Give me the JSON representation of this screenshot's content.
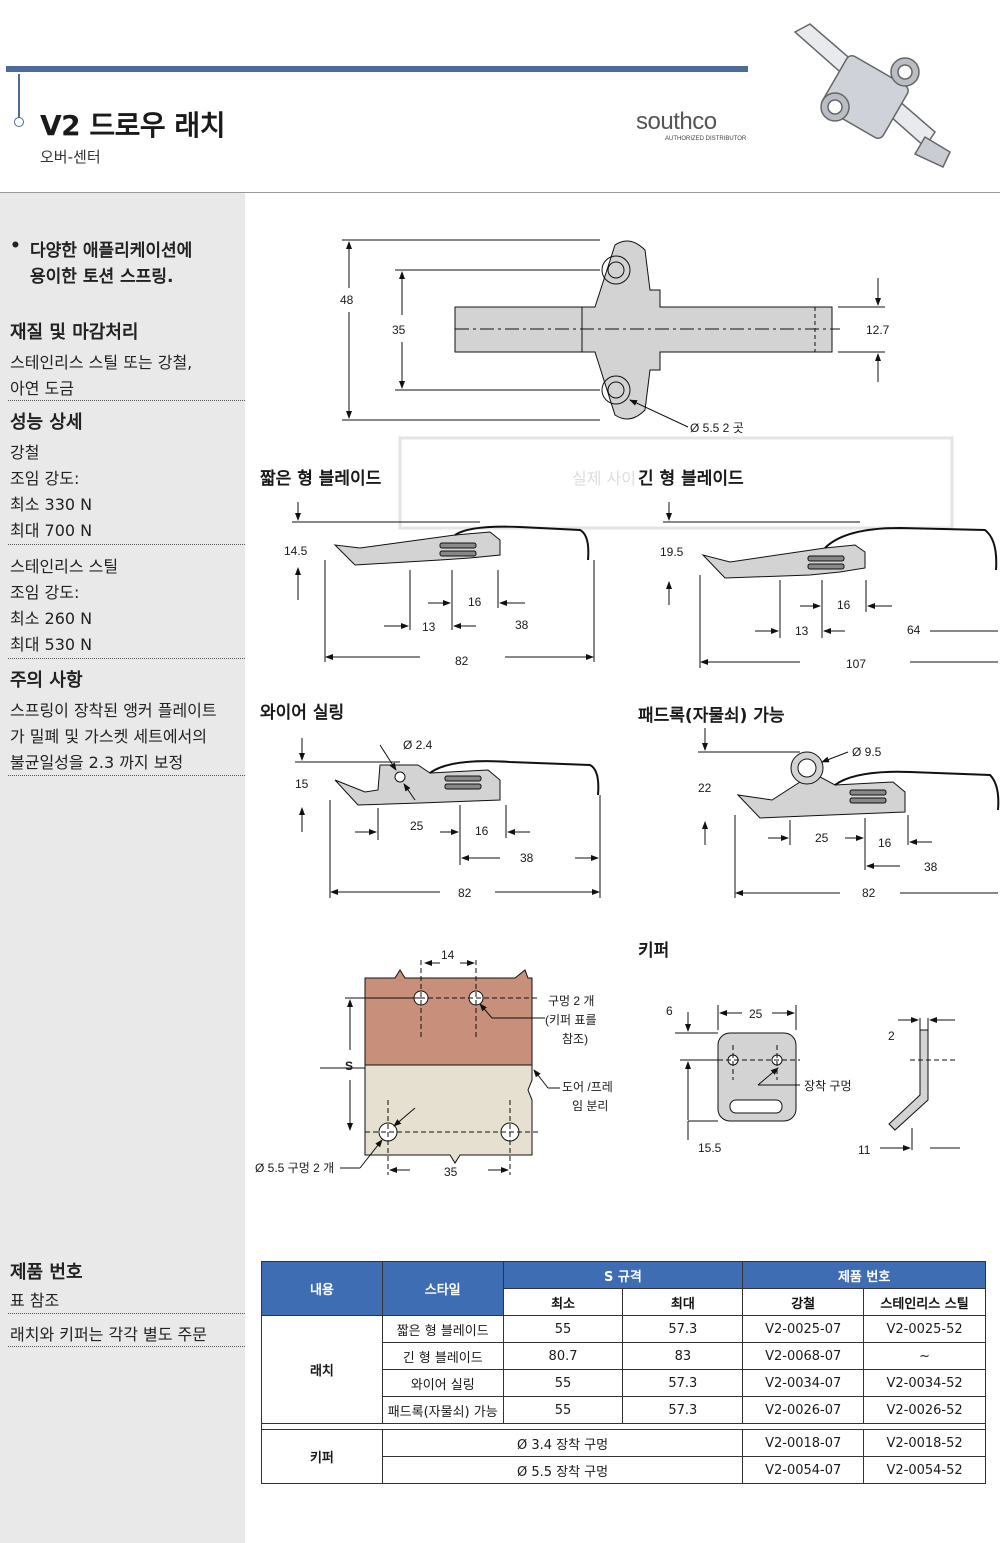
{
  "header": {
    "title": "V2 드로우 래치",
    "subtitle": "오버-센터",
    "brand": "southco",
    "brand_sub": "AUTHORIZED DISTRIBUTOR"
  },
  "sidebar": {
    "bullet_line1": "다양한 애플리케이션에",
    "bullet_line2": "용이한 토션 스프링.",
    "material_heading": "재질 및 마감처리",
    "material_line1": "스테인리스 스틸 또는 강철,",
    "material_line2": "아연 도금",
    "perf_heading": "성능 상세",
    "steel": "강철",
    "steel_strength": "조임 강도:",
    "steel_min": "최소 330 N",
    "steel_max": "최대 700 N",
    "ss": "스테인리스 스틸",
    "ss_strength": "조임 강도:",
    "ss_min": "최소 260 N",
    "ss_max": "최대 530 N",
    "caution_heading": "주의 사항",
    "caution_line1": "스프링이 장착된 앵커 플레이트",
    "caution_line2": "가 밀폐 및 가스켓 세트에서의",
    "caution_line3": "불균일성을 2.3 까지 보정",
    "part_heading": "제품 번호",
    "part_ref": "표 참조",
    "part_note": "래치와 키퍼는 각각 별도 주문"
  },
  "drawings": {
    "top_view": {
      "d48": "48",
      "d35": "35",
      "d127": "12.7",
      "hole": "Ø 5.5 2 곳"
    },
    "watermark": "실제 사이",
    "short_blade": {
      "label": "짧은 형 블레이드",
      "h": "14.5",
      "a": "16",
      "b": "13",
      "c": "38",
      "total": "82"
    },
    "long_blade": {
      "label": "긴 형 블레이드",
      "h": "19.5",
      "a": "16",
      "b": "13",
      "c": "64",
      "total": "107"
    },
    "wire_seal": {
      "label": "와이어 실링",
      "hole": "Ø 2.4",
      "h": "15",
      "a": "25",
      "b": "16",
      "c": "38",
      "total": "82"
    },
    "padlock": {
      "label": "패드록(자물쇠) 가능",
      "hole": "Ø 9.5",
      "h": "22",
      "a": "25",
      "b": "16",
      "c": "38",
      "total": "82"
    },
    "mounting": {
      "d14": "14",
      "holes_line1": "구멍 2 개",
      "holes_line2": "(키퍼 표를",
      "holes_line3": "참조)",
      "s": "S",
      "door_line1": "도어 /프레",
      "door_line2": "임 분리",
      "hole_bottom": "Ø 5.5 구멍 2 개",
      "d35": "35"
    },
    "keeper": {
      "label": "키퍼",
      "d6": "6",
      "d25": "25",
      "mount_hole": "장착 구멍",
      "d155": "15.5",
      "d2": "2",
      "d11": "11"
    }
  },
  "table": {
    "h_content": "내용",
    "h_style": "스타일",
    "h_s": "S 규격",
    "h_part": "제품 번호",
    "h_min": "최소",
    "h_max": "최대",
    "h_steel": "강철",
    "h_ss": "스테인리스 스틸",
    "latch_label": "래치",
    "latch_rows": [
      {
        "style": "짧은 형 블레이드",
        "min": "55",
        "max": "57.3",
        "steel": "V2-0025-07",
        "ss": "V2-0025-52"
      },
      {
        "style": "긴 형 블레이드",
        "min": "80.7",
        "max": "83",
        "steel": "V2-0068-07",
        "ss": "~"
      },
      {
        "style": "와이어 실링",
        "min": "55",
        "max": "57.3",
        "steel": "V2-0034-07",
        "ss": "V2-0034-52"
      },
      {
        "style": "패드록(자물쇠) 가능",
        "min": "55",
        "max": "57.3",
        "steel": "V2-0026-07",
        "ss": "V2-0026-52"
      }
    ],
    "keeper_label": "키퍼",
    "keeper_rows": [
      {
        "style": "Ø 3.4 장착 구멍",
        "steel": "V2-0018-07",
        "ss": "V2-0018-52"
      },
      {
        "style": "Ø 5.5 장착 구멍",
        "steel": "V2-0054-07",
        "ss": "V2-0054-52"
      }
    ]
  },
  "colors": {
    "accent": "#4d6b9a",
    "table_header": "#3e6db3",
    "sidebar_bg": "#e9e9e9",
    "plate_brown": "#c8907a",
    "plate_cream": "#e5e0cf",
    "part_gray": "#cfcfcf"
  }
}
